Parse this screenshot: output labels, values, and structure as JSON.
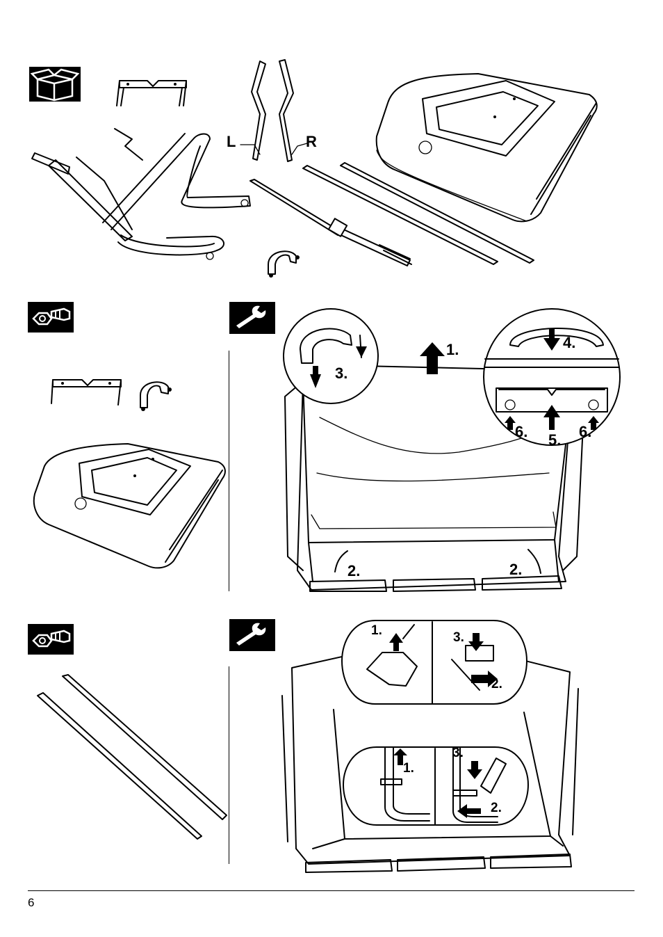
{
  "labels": {
    "left": "L",
    "right": "R",
    "s1_step1": "1.",
    "s1_step2a": "2.",
    "s1_step2b": "2.",
    "s1_step3": "3.",
    "s1_step4": "4.",
    "s1_step5": "5.",
    "s1_step6a": "6.",
    "s1_step6b": "6.",
    "s2_top_step1": "1.",
    "s2_top_step2": "2.",
    "s2_top_step3": "3.",
    "s2_bot_step1": "1.",
    "s2_bot_step2": "2.",
    "s2_bot_step3": "3."
  },
  "footer": {
    "page_number": "6"
  },
  "icons": [
    "box-contents-icon",
    "hardware-bolt-nut-icon",
    "wrench-icon"
  ]
}
